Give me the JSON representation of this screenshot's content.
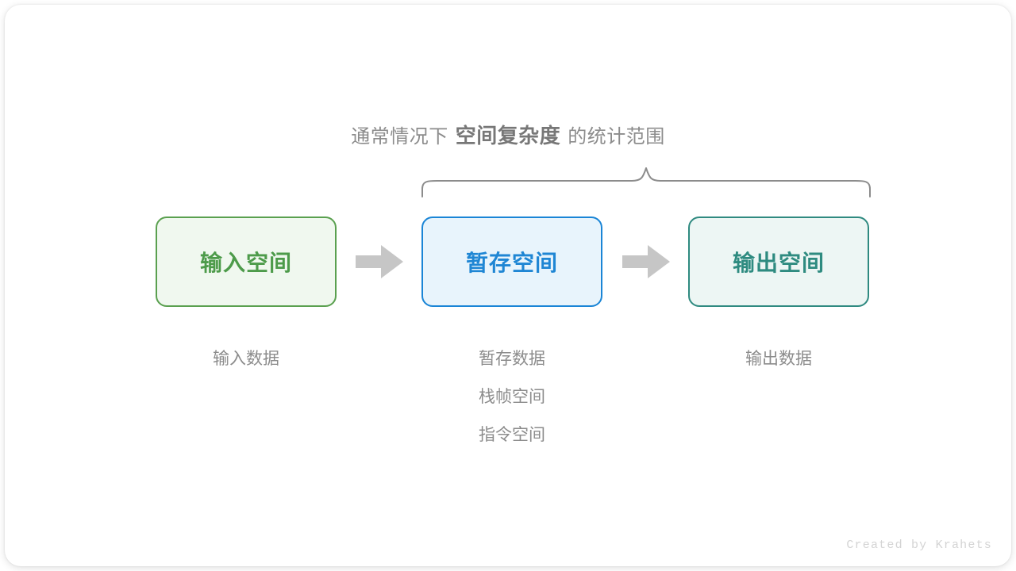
{
  "caption": {
    "prefix": "通常情况下",
    "emphasis": "空间复杂度",
    "suffix": "的统计范围"
  },
  "boxes": [
    {
      "title": "输入空间",
      "accent": "#4d9b4a",
      "fill": "#f0f8ef",
      "border": "#5aa04f"
    },
    {
      "title": "暂存空间",
      "accent": "#1f86d4",
      "fill": "#e8f4fc",
      "border": "#1a85d6"
    },
    {
      "title": "输出空间",
      "accent": "#2e8b80",
      "fill": "#edf6f4",
      "border": "#2f8a80"
    }
  ],
  "labels": {
    "input": [
      "输入数据"
    ],
    "temp": [
      "暂存数据",
      "栈帧空间",
      "指令空间"
    ],
    "output": [
      "输出数据"
    ]
  },
  "arrows": {
    "first": "arrow-right-icon",
    "second": "arrow-right-icon",
    "color": "#c6c6c6"
  },
  "brace": {
    "icon": "curly-brace-up-icon",
    "color": "#8c8c8c",
    "spans_boxes": [
      "暂存空间",
      "输出空间"
    ]
  },
  "watermark": "Created by Krahets"
}
